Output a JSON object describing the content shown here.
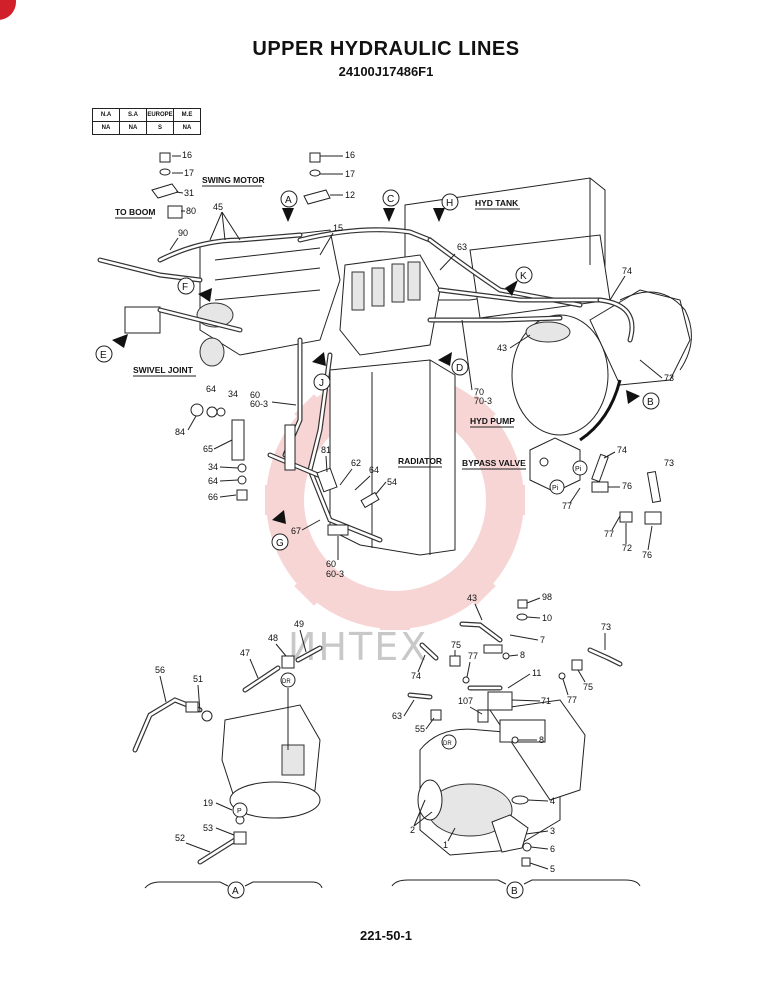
{
  "header": {
    "title": "UPPER HYDRAULIC LINES",
    "part_code": "24100J17486F1"
  },
  "region_table": {
    "headers": [
      "N.A",
      "S.A",
      "EUROPE",
      "M.E"
    ],
    "values": [
      "NA",
      "NA",
      "S",
      "NA"
    ]
  },
  "captions": {
    "swing_motor": "SWING MOTOR",
    "to_boom": "TO BOOM",
    "swivel_joint": "SWIVEL JOINT",
    "hyd_tank": "HYD TANK",
    "hyd_pump": "HYD PUMP",
    "radiator": "RADIATOR",
    "bypass_valve": "BYPASS VALVE"
  },
  "view_letters": [
    "A",
    "B",
    "C",
    "D",
    "E",
    "F",
    "G",
    "H",
    "J",
    "K"
  ],
  "part_numbers": {
    "p16a": "16",
    "p17a": "17",
    "p31": "31",
    "p80": "80",
    "p90": "90",
    "p45": "45",
    "p16b": "16",
    "p17b": "17",
    "p12": "12",
    "p15": "15",
    "p63": "63",
    "p74": "74",
    "p73": "73",
    "p43": "43",
    "p70": "70",
    "p70_3": "70-3",
    "p64": "64",
    "p34": "34",
    "p84": "84",
    "p60": "60",
    "p60_3": "60-3",
    "p65": "65",
    "p34b": "34",
    "p64b": "64",
    "p66": "66",
    "p81": "81",
    "p62": "62",
    "p64c": "64",
    "p54": "54",
    "p67": "67",
    "p60b": "60",
    "p60_3b": "60-3",
    "p74b": "74",
    "p73b": "73",
    "p76": "76",
    "p77": "77",
    "p77b": "77",
    "p72": "72",
    "p76b": "76",
    "p56": "56",
    "p51": "51",
    "p47": "47",
    "p48": "48",
    "p49": "49",
    "p19": "19",
    "p53": "53",
    "p52": "52",
    "p43b": "43",
    "p98": "98",
    "p10": "10",
    "p7": "7",
    "p73c": "73",
    "p74c": "74",
    "p75": "75",
    "p77c": "77",
    "p8": "8",
    "p11": "11",
    "p75b": "75",
    "p77d": "77",
    "p63b": "63",
    "p107": "107",
    "p71": "71",
    "p55": "55",
    "p8b": "8",
    "p4": "4",
    "p2": "2",
    "p1": "1",
    "p3": "3",
    "p6": "6",
    "p5": "5"
  },
  "port_marks": {
    "pi1": "Pi",
    "pi2": "Pi",
    "dr1": "DR",
    "dr2": "DR",
    "p": "P"
  },
  "detail_labels": {
    "detail_a": "A",
    "detail_b": "B"
  },
  "watermark": "ИНТЕХ",
  "footer": {
    "page_number": "221-50-1"
  },
  "colors": {
    "watermark": "#f2b3b3",
    "ink": "#111111",
    "corner_mark": "#d1202a"
  }
}
